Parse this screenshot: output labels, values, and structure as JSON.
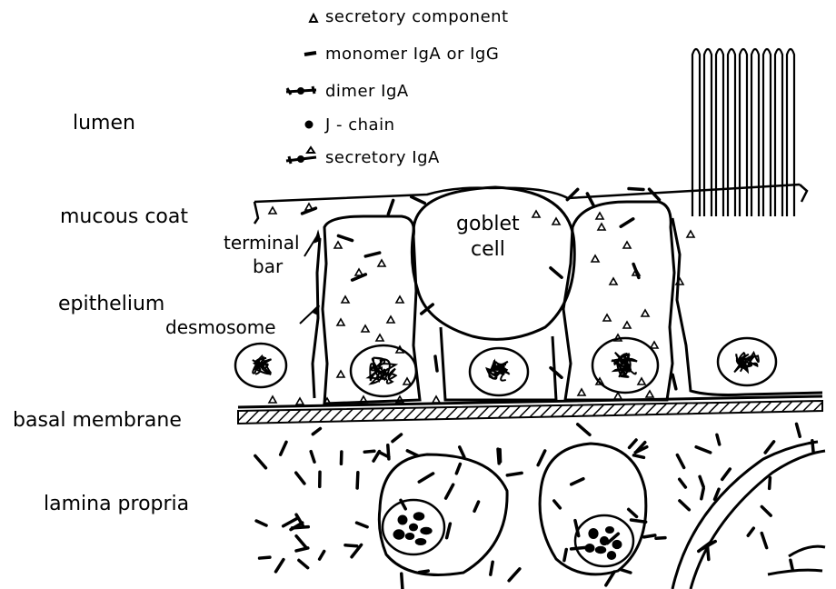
{
  "legend": [
    {
      "key": "secretory_component",
      "text": "secretory component",
      "symbol": "triangle-icon"
    },
    {
      "key": "monomer",
      "text": "monomer IgA or IgG",
      "symbol": "dash-icon"
    },
    {
      "key": "dimer",
      "text": "dimer IgA",
      "symbol": "dimer-icon"
    },
    {
      "key": "jchain",
      "text": "J - chain",
      "symbol": "dot-icon"
    },
    {
      "key": "secretory_iga",
      "text": "secretory IgA",
      "symbol": "secretory-iga-icon"
    }
  ],
  "regions": {
    "lumen": "lumen",
    "mucous_coat": "mucous coat",
    "epithelium": "epithelium",
    "basal_membrane": "basal membrane",
    "lamina_propria": "lamina propria"
  },
  "annotations": {
    "terminal_bar_1": "terminal",
    "terminal_bar_2": "bar",
    "desmosome": "desmosome",
    "goblet_1": "goblet",
    "goblet_2": "cell"
  }
}
